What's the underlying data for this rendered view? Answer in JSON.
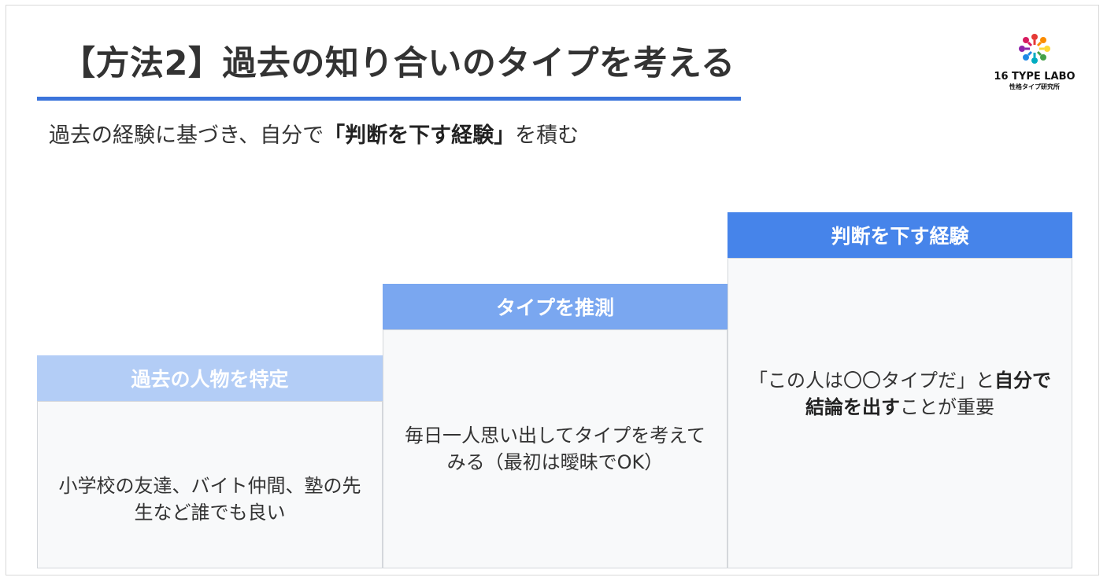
{
  "title": "【方法2】過去の知り合いのタイプを考える",
  "logo": {
    "name": "16 TYPE LABO",
    "sub": "性格タイプ研究所"
  },
  "subtitle": {
    "pre": "過去の経験に基づき、自分で",
    "emphasis": "「判断を下す経験」",
    "post": "を積む"
  },
  "steps": [
    {
      "heading": "過去の人物を特定",
      "text": "小学校の友達、バイト仲間、塾の先生など誰でも良い"
    },
    {
      "heading": "タイプを推測",
      "text": "毎日一人思い出してタイプを考えてみる（最初は曖昧でOK）"
    },
    {
      "heading": "判断を下す経験",
      "text_pre": "「この人は〇〇タイプだ」と",
      "text_emphasis": "自分で結論を出す",
      "text_post": "ことが重要"
    }
  ],
  "colors": {
    "accent_rule": "#3b74db",
    "step1_head": "#b3cdf6",
    "step2_head": "#7aa7f0",
    "step3_head": "#4684ea"
  }
}
